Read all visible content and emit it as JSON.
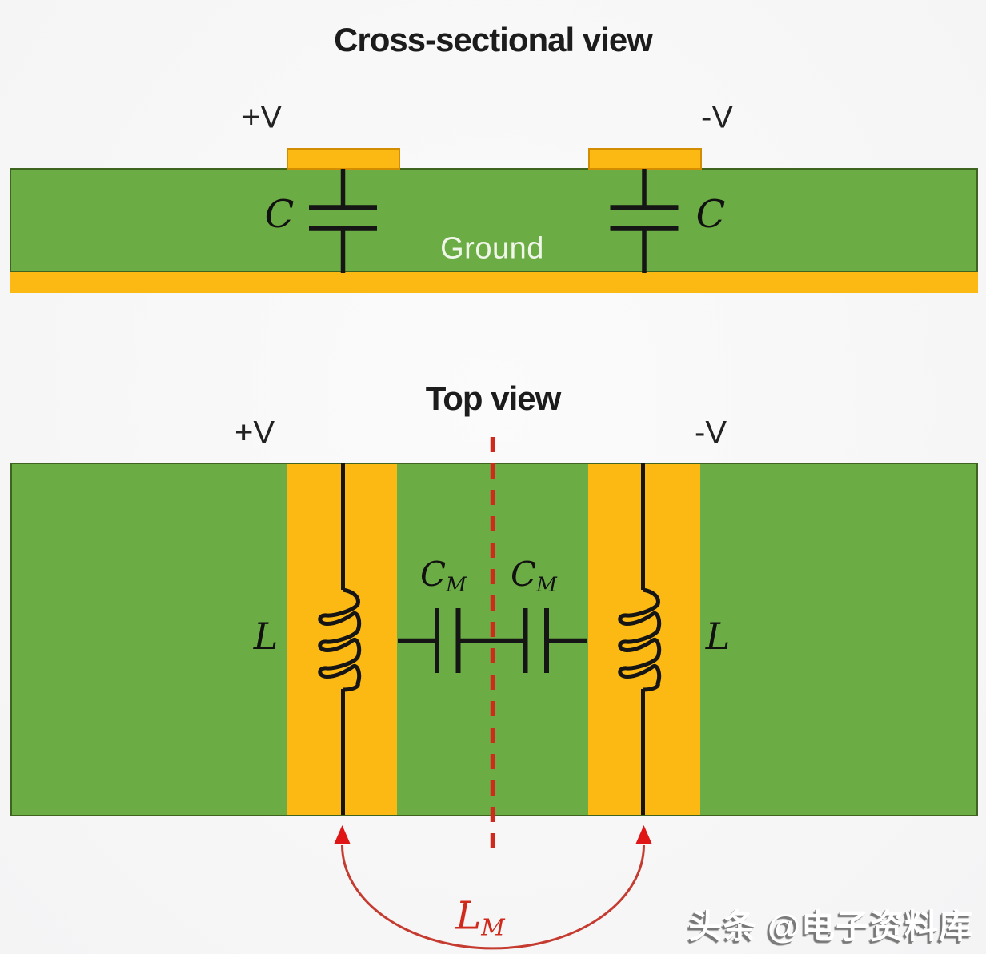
{
  "colors": {
    "background": "#f4f4f5",
    "board_green": "#6cac45",
    "board_edge": "#3f641f",
    "copper": "#fcb813",
    "pad_border": "#d28e00",
    "wire_black": "#151515",
    "accent_red": "#d02a1c",
    "arc_red": "#c63b30",
    "arrow_red": "#e01616",
    "title_text": "#1c1c1c",
    "ground_text": "#f1f6ea",
    "watermark_fill": "#ffffff",
    "watermark_shadow": "#787878"
  },
  "cross_section": {
    "title": "Cross-sectional view",
    "pos_label": "+V",
    "neg_label": "-V",
    "cap_left_label": "C",
    "cap_right_label": "C",
    "ground_label": "Ground"
  },
  "top_view": {
    "title": "Top view",
    "pos_label": "+V",
    "neg_label": "-V",
    "inductor_left_label": "L",
    "inductor_right_label": "L",
    "cap_left": {
      "sym": "C",
      "sub": "M"
    },
    "cap_right": {
      "sym": "C",
      "sub": "M"
    },
    "mutual": {
      "sym": "L",
      "sub": "M"
    }
  },
  "watermark": {
    "text": "头条 @电子资料库"
  }
}
